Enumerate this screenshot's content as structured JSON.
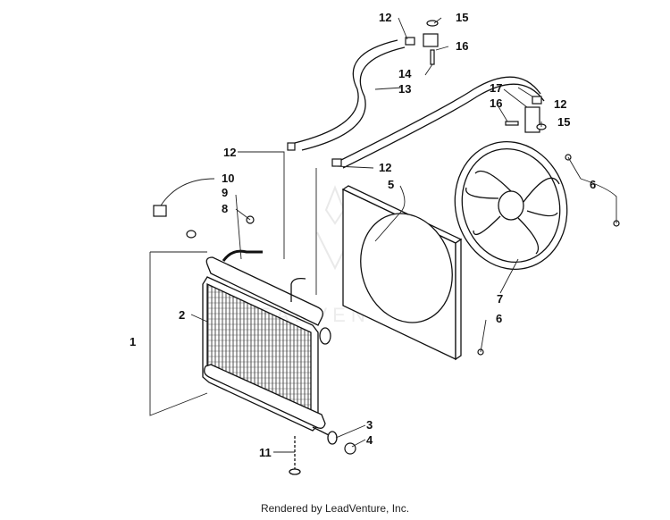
{
  "callouts": [
    "1",
    "2",
    "3",
    "4",
    "5",
    "6",
    "6",
    "7",
    "8",
    "9",
    "10",
    "11",
    "12",
    "12",
    "12",
    "12",
    "13",
    "14",
    "15",
    "15",
    "16",
    "16",
    "17"
  ],
  "watermark": {
    "text": "LEADVENTURE",
    "kind": "logo"
  },
  "footer": {
    "text": "Rendered by LeadVenture, Inc."
  }
}
